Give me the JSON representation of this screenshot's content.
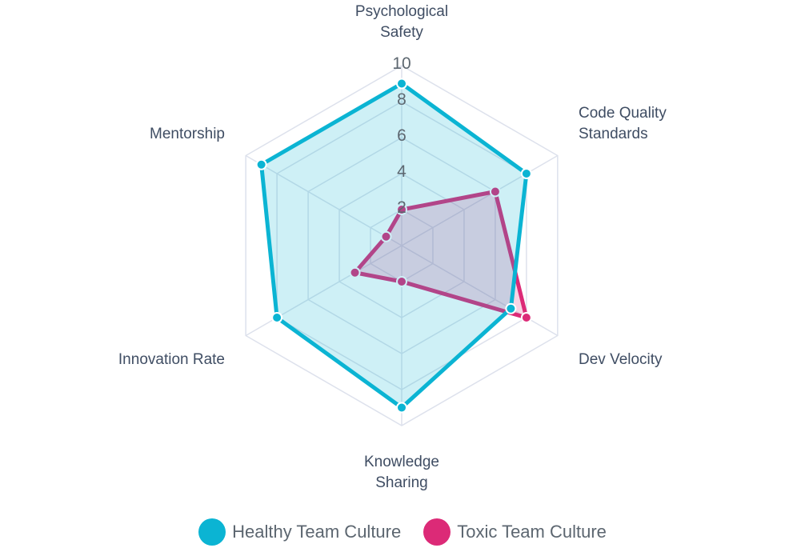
{
  "chart_data": {
    "type": "radar",
    "title": "",
    "axes": [
      [
        "Psychological",
        "Safety"
      ],
      [
        "Code Quality",
        "Standards"
      ],
      [
        "Dev Velocity"
      ],
      [
        "Knowledge",
        "Sharing"
      ],
      [
        "Innovation Rate"
      ],
      [
        "Mentorship"
      ]
    ],
    "axis_names": [
      "Psychological Safety",
      "Code Quality Standards",
      "Dev Velocity",
      "Knowledge Sharing",
      "Innovation Rate",
      "Mentorship"
    ],
    "r_range": [
      0,
      10
    ],
    "ticks": [
      "2",
      "4",
      "6",
      "8",
      "10"
    ],
    "tick_values": [
      2,
      4,
      6,
      8,
      10
    ],
    "legend_position": "bottom",
    "series": [
      {
        "name": "Healthy Team Culture",
        "values": [
          9,
          8,
          7,
          9,
          8,
          9
        ],
        "color": "#0bb4d3"
      },
      {
        "name": "Toxic Team Culture",
        "values": [
          2,
          6,
          8,
          2,
          3,
          1
        ],
        "color": "#dc2a77"
      }
    ]
  }
}
